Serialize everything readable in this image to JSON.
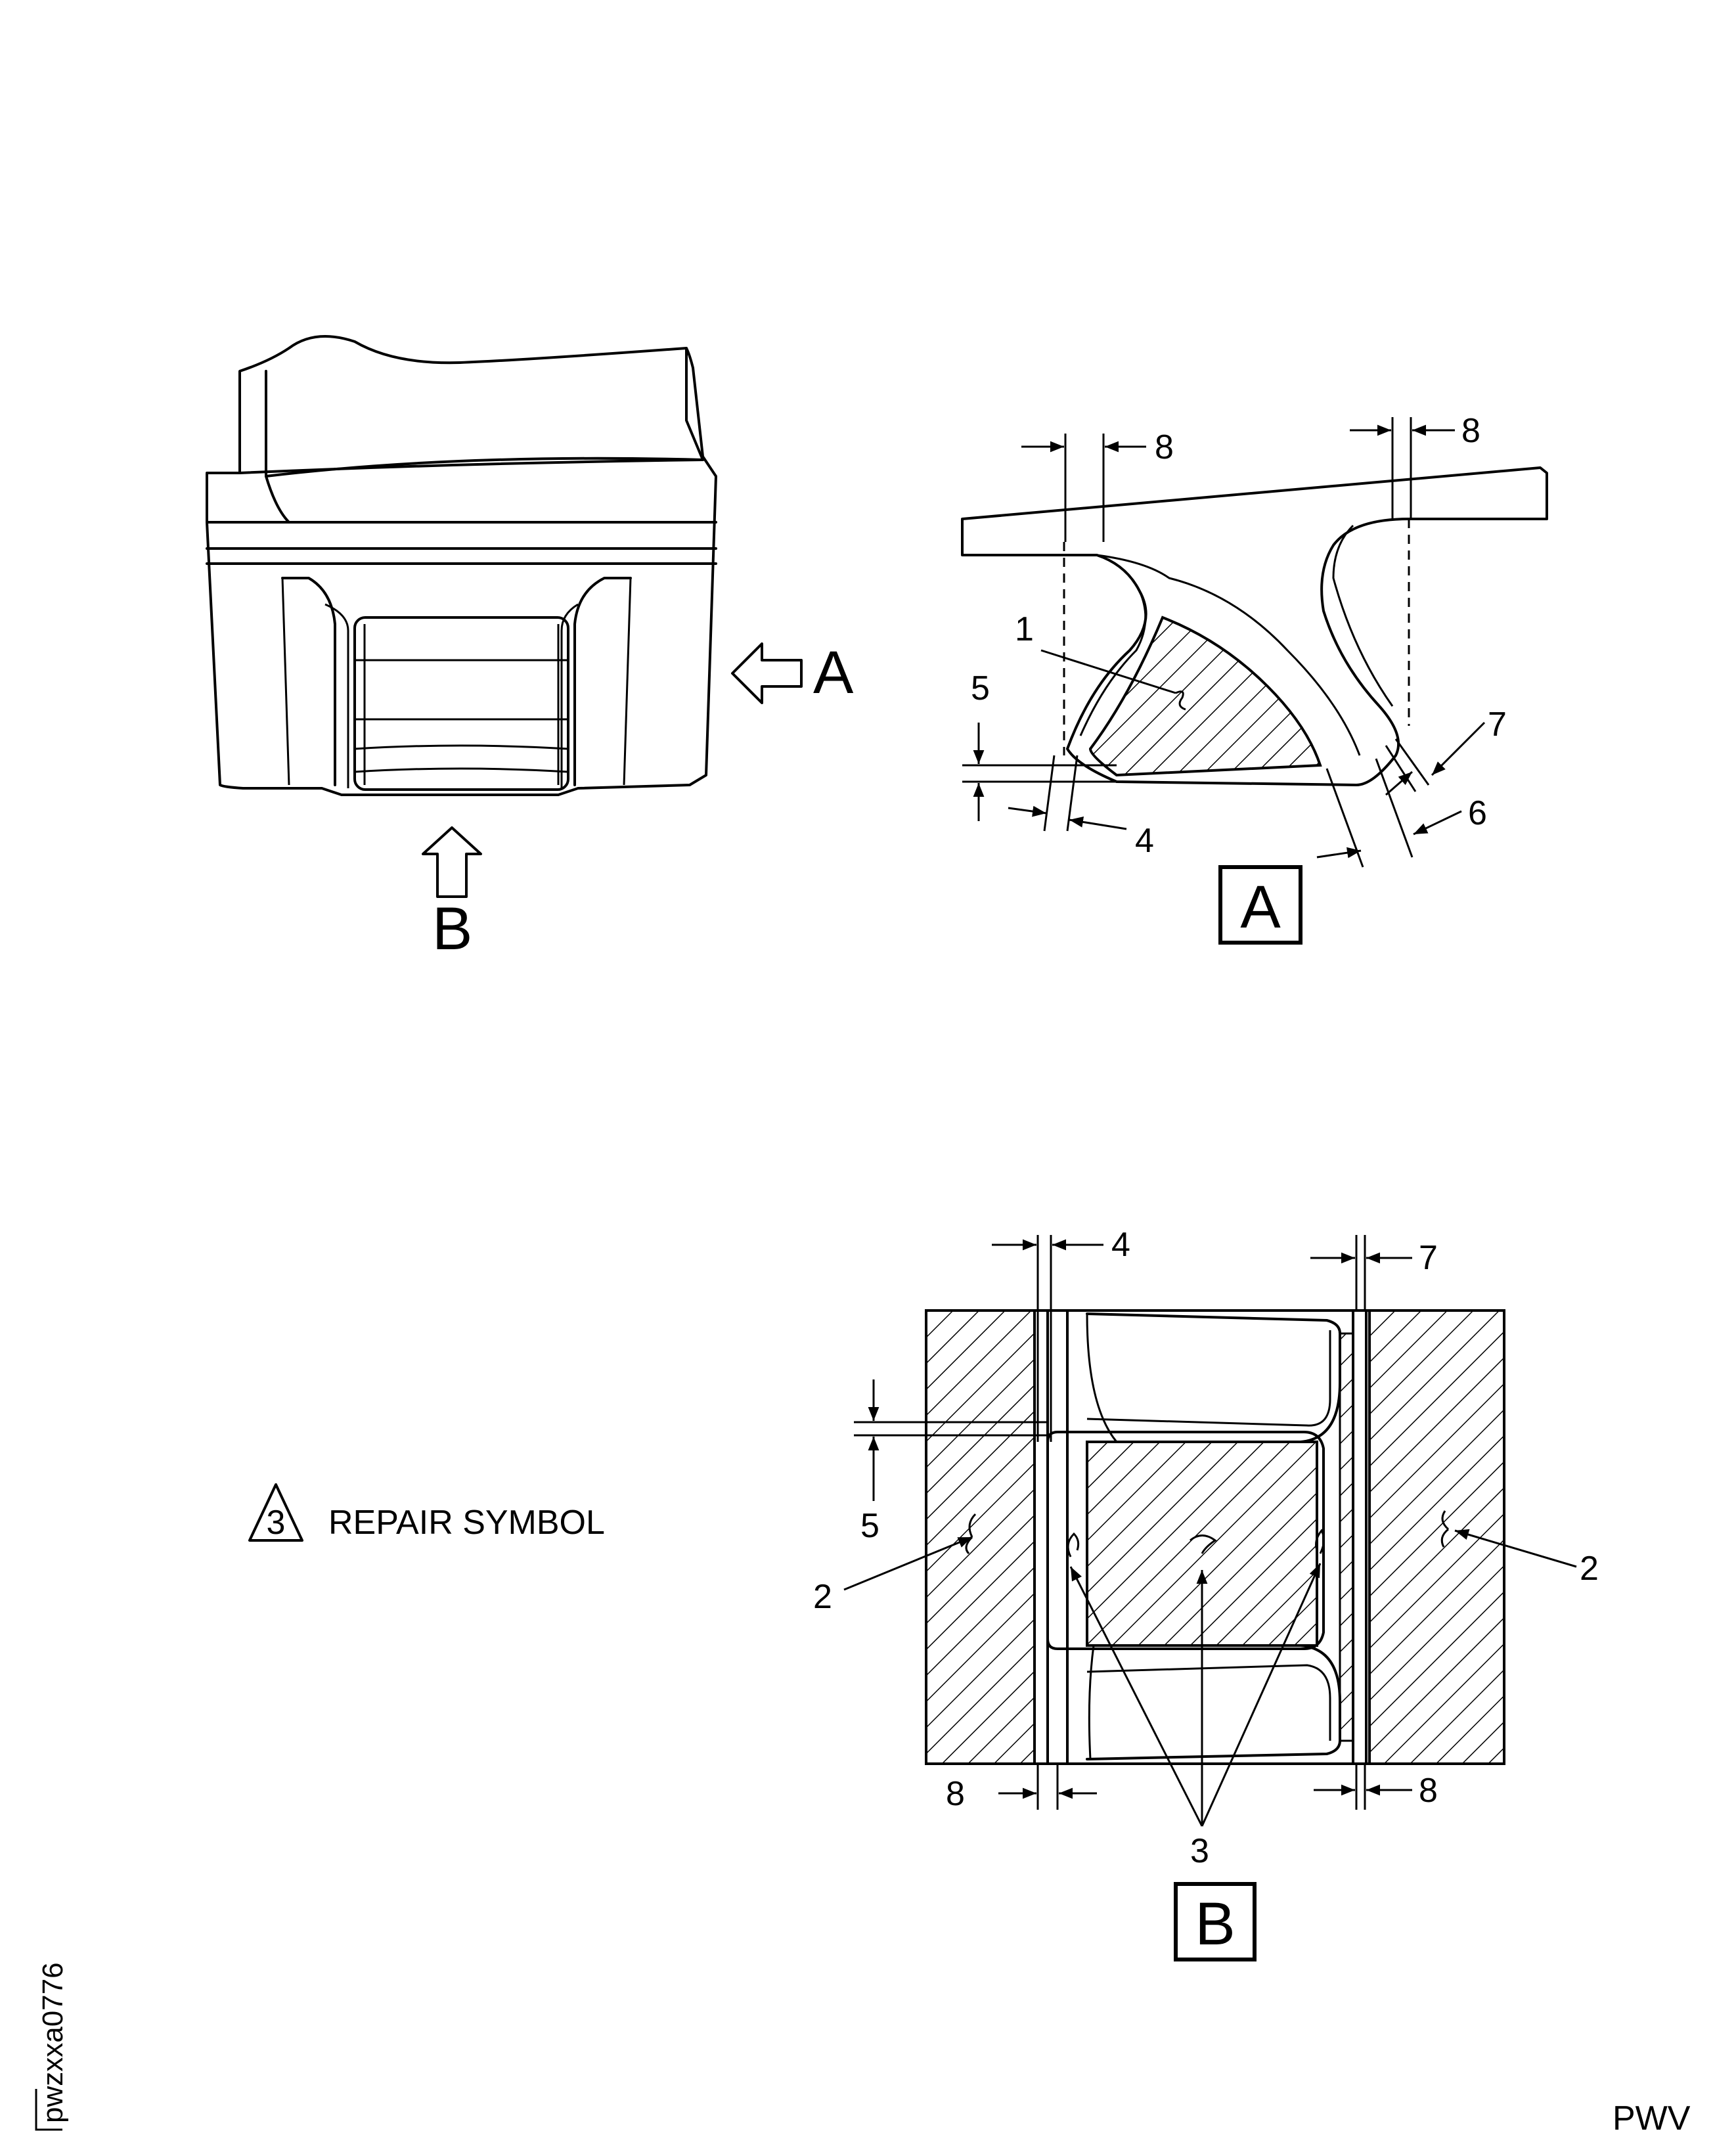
{
  "views": {
    "view_a_arrow_label": "A",
    "view_b_arrow_label": "B",
    "section_a_label": "A",
    "section_b_label": "B"
  },
  "callouts": {
    "a_1": "1",
    "a_4": "4",
    "a_5": "5",
    "a_6": "6",
    "a_7": "7",
    "a_8_left": "8",
    "a_8_right": "8",
    "b_2_left": "2",
    "b_2_right": "2",
    "b_3": "3",
    "b_4": "4",
    "b_5": "5",
    "b_7": "7",
    "b_8_left": "8",
    "b_8_right": "8"
  },
  "legend": {
    "symbol_number": "3",
    "text": "REPAIR SYMBOL"
  },
  "footer": {
    "code": "PWV",
    "figure_id": "pwzxxa0776"
  }
}
